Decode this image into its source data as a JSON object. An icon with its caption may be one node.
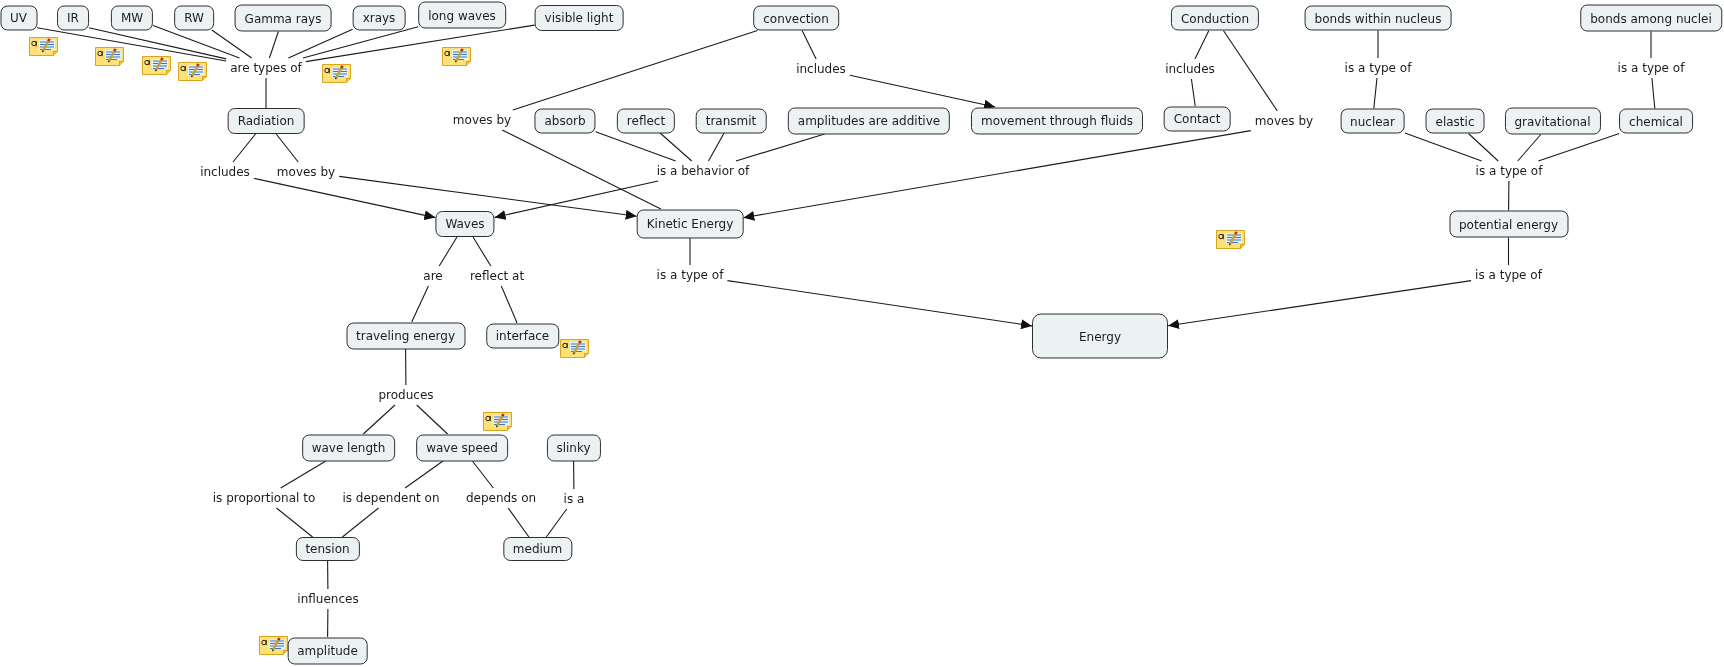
{
  "diagram": {
    "nodes": [
      {
        "text": [
          "UV"
        ]
      },
      {
        "text": [
          "IR"
        ]
      },
      {
        "text": [
          "MW"
        ]
      },
      {
        "text": [
          "RW"
        ]
      },
      {
        "text": [
          "Gamma rays"
        ]
      },
      {
        "text": [
          "xrays"
        ]
      },
      {
        "text": [
          "long waves"
        ]
      },
      {
        "text": [
          "visible light"
        ]
      },
      {
        "text": [
          "convection"
        ]
      },
      {
        "text": [
          "Conduction"
        ]
      },
      {
        "text": [
          "bonds within nucleus"
        ]
      },
      {
        "text": [
          "bonds among nuclei"
        ]
      },
      {
        "text": [
          "are types of"
        ]
      },
      {
        "text": [
          "includes"
        ]
      },
      {
        "text": [
          "includes"
        ]
      },
      {
        "text": [
          "is a type of"
        ]
      },
      {
        "text": [
          "is a type of"
        ]
      },
      {
        "text": [
          "Radiation"
        ]
      },
      {
        "text": [
          "moves by"
        ]
      },
      {
        "text": [
          "absorb"
        ]
      },
      {
        "text": [
          "reflect"
        ]
      },
      {
        "text": [
          "transmit"
        ]
      },
      {
        "text": [
          "amplitudes are additive"
        ]
      },
      {
        "text": [
          "movement through fluids"
        ]
      },
      {
        "text": [
          "Contact"
        ]
      },
      {
        "text": [
          "moves by"
        ]
      },
      {
        "text": [
          "nuclear"
        ]
      },
      {
        "text": [
          "elastic"
        ]
      },
      {
        "text": [
          "gravitational"
        ]
      },
      {
        "text": [
          "chemical"
        ]
      },
      {
        "text": [
          "includes"
        ]
      },
      {
        "text": [
          "moves by"
        ]
      },
      {
        "text": [
          "is a behavior of"
        ]
      },
      {
        "text": [
          "is a type of"
        ]
      },
      {
        "text": [
          "Waves"
        ]
      },
      {
        "text": [
          "Kinetic Energy"
        ]
      },
      {
        "text": [
          "potential energy"
        ]
      },
      {
        "text": [
          "is a type of"
        ]
      },
      {
        "text": [
          "is a type of"
        ]
      },
      {
        "text": [
          "are"
        ]
      },
      {
        "text": [
          "reflect at"
        ]
      },
      {
        "text": [
          "Energy"
        ]
      },
      {
        "text": [
          "traveling energy"
        ]
      },
      {
        "text": [
          "interface"
        ]
      },
      {
        "text": [
          "produces"
        ]
      },
      {
        "text": [
          "wave length"
        ]
      },
      {
        "text": [
          "wave speed"
        ]
      },
      {
        "text": [
          "slinky"
        ]
      },
      {
        "text": [
          "is proportional to"
        ]
      },
      {
        "text": [
          "is dependent on"
        ]
      },
      {
        "text": [
          "depends on"
        ]
      },
      {
        "text": [
          "is a"
        ]
      },
      {
        "text": [
          "tension"
        ]
      },
      {
        "text": [
          "medium"
        ]
      },
      {
        "text": [
          "influences"
        ]
      },
      {
        "text": [
          "amplitude"
        ]
      }
    ],
    "edges": [
      {
        "from": 0,
        "to": 12,
        "arrow": "none"
      },
      {
        "from": 1,
        "to": 12,
        "arrow": "none"
      },
      {
        "from": 2,
        "to": 12,
        "arrow": "none"
      },
      {
        "from": 3,
        "to": 12,
        "arrow": "none"
      },
      {
        "from": 4,
        "to": 12,
        "arrow": "none"
      },
      {
        "from": 5,
        "to": 12,
        "arrow": "none"
      },
      {
        "from": 6,
        "to": 12,
        "arrow": "none"
      },
      {
        "from": 7,
        "to": 12,
        "arrow": "none"
      },
      {
        "from": 12,
        "to": 17,
        "arrow": "none"
      },
      {
        "from": 17,
        "to": 30,
        "arrow": "none"
      },
      {
        "from": 30,
        "to": 34,
        "arrow": "to"
      },
      {
        "from": 17,
        "to": 31,
        "arrow": "none"
      },
      {
        "from": 31,
        "to": 35,
        "arrow": "to"
      },
      {
        "from": 8,
        "to": 18,
        "arrow": "none"
      },
      {
        "from": 18,
        "to": 35,
        "arrow": "none"
      },
      {
        "from": 8,
        "to": 13,
        "arrow": "none"
      },
      {
        "from": 13,
        "to": 23,
        "arrow": "to"
      },
      {
        "from": 19,
        "to": 32,
        "arrow": "none"
      },
      {
        "from": 20,
        "to": 32,
        "arrow": "none"
      },
      {
        "from": 21,
        "to": 32,
        "arrow": "none"
      },
      {
        "from": 22,
        "to": 32,
        "arrow": "none"
      },
      {
        "from": 32,
        "to": 34,
        "arrow": "to"
      },
      {
        "from": 9,
        "to": 14,
        "arrow": "none"
      },
      {
        "from": 14,
        "to": 24,
        "arrow": "none"
      },
      {
        "from": 9,
        "to": 25,
        "arrow": "none"
      },
      {
        "from": 25,
        "to": 35,
        "arrow": "to"
      },
      {
        "from": 10,
        "to": 15,
        "arrow": "none"
      },
      {
        "from": 15,
        "to": 26,
        "arrow": "none"
      },
      {
        "from": 11,
        "to": 16,
        "arrow": "none"
      },
      {
        "from": 16,
        "to": 29,
        "arrow": "none"
      },
      {
        "from": 26,
        "to": 33,
        "arrow": "none"
      },
      {
        "from": 27,
        "to": 33,
        "arrow": "none"
      },
      {
        "from": 28,
        "to": 33,
        "arrow": "none"
      },
      {
        "from": 29,
        "to": 33,
        "arrow": "none"
      },
      {
        "from": 33,
        "to": 36,
        "arrow": "none"
      },
      {
        "from": 35,
        "to": 37,
        "arrow": "none"
      },
      {
        "from": 37,
        "to": 41,
        "arrow": "to"
      },
      {
        "from": 36,
        "to": 38,
        "arrow": "none"
      },
      {
        "from": 38,
        "to": 41,
        "arrow": "to"
      },
      {
        "from": 34,
        "to": 39,
        "arrow": "none"
      },
      {
        "from": 39,
        "to": 42,
        "arrow": "none"
      },
      {
        "from": 34,
        "to": 40,
        "arrow": "none"
      },
      {
        "from": 40,
        "to": 43,
        "arrow": "none"
      },
      {
        "from": 42,
        "to": 44,
        "arrow": "none"
      },
      {
        "from": 44,
        "to": 45,
        "arrow": "none"
      },
      {
        "from": 44,
        "to": 46,
        "arrow": "none"
      },
      {
        "from": 45,
        "to": 48,
        "arrow": "none"
      },
      {
        "from": 48,
        "to": 52,
        "arrow": "none"
      },
      {
        "from": 46,
        "to": 49,
        "arrow": "none"
      },
      {
        "from": 49,
        "to": 52,
        "arrow": "none"
      },
      {
        "from": 46,
        "to": 50,
        "arrow": "none"
      },
      {
        "from": 50,
        "to": 53,
        "arrow": "none"
      },
      {
        "from": 47,
        "to": 51,
        "arrow": "none"
      },
      {
        "from": 51,
        "to": 53,
        "arrow": "none"
      },
      {
        "from": 52,
        "to": 54,
        "arrow": "none"
      },
      {
        "from": 54,
        "to": 55,
        "arrow": "none"
      }
    ]
  }
}
